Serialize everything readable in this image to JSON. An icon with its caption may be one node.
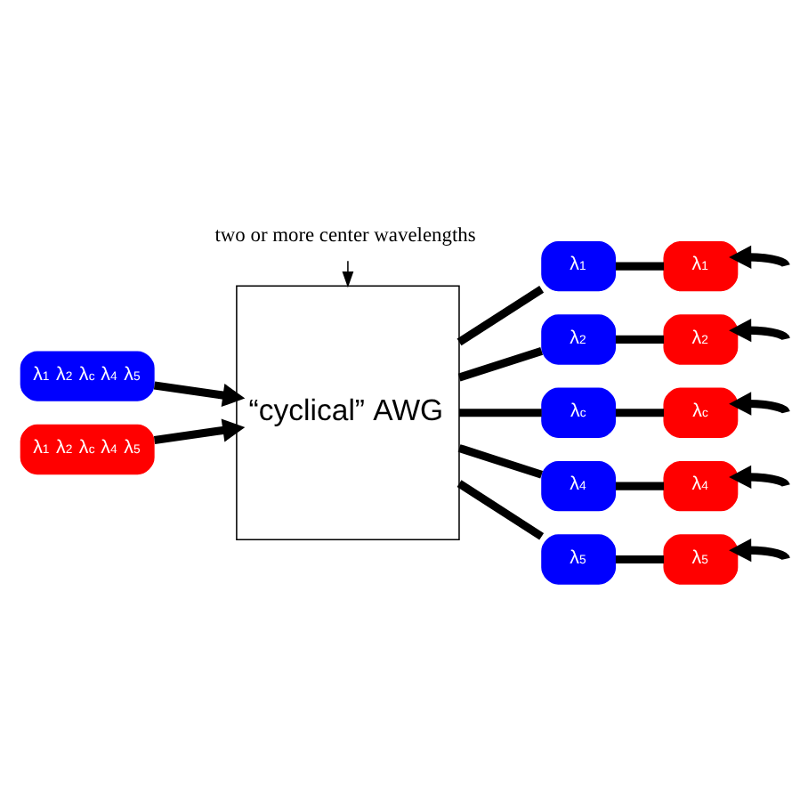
{
  "diagram": {
    "nodes": [
      {
        "text": [
          "λ$_{1}$ λ$_{2}$ λ$_{c}$ λ$_{4}$ λ$_{5}$"
        ]
      },
      {
        "text": [
          "λ$_{1}$ λ$_{2}$ λ$_{c}$ λ$_{4}$ λ$_{5}$"
        ]
      },
      {
        "text": [
          "“cyclical” AWG"
        ]
      },
      {
        "text": [
          "λ$_{1}$"
        ]
      },
      {
        "text": [
          "λ$_{2}$"
        ]
      },
      {
        "text": [
          "λ$_{c}$"
        ]
      },
      {
        "text": [
          "λ$_{4}$"
        ]
      },
      {
        "text": [
          "λ$_{5}$"
        ]
      },
      {
        "text": [
          "λ$_{1}$"
        ]
      },
      {
        "text": [
          "λ$_{2}$"
        ]
      },
      {
        "text": [
          "λ$_{c}$"
        ]
      },
      {
        "text": [
          "λ$_{4}$"
        ]
      },
      {
        "text": [
          "λ$_{5}$"
        ]
      },
      {
        "text": [
          "two or more center wavelengths"
        ]
      }
    ],
    "edges": [
      {
        "from": 0,
        "to": 2,
        "arrow": "to"
      },
      {
        "from": 1,
        "to": 2,
        "arrow": "to"
      },
      {
        "from": 2,
        "to": 3,
        "arrow": "none"
      },
      {
        "from": 2,
        "to": 4,
        "arrow": "none"
      },
      {
        "from": 2,
        "to": 5,
        "arrow": "none"
      },
      {
        "from": 2,
        "to": 6,
        "arrow": "none"
      },
      {
        "from": 2,
        "to": 7,
        "arrow": "none"
      },
      {
        "from": 3,
        "to": 8,
        "arrow": "none"
      },
      {
        "from": 4,
        "to": 9,
        "arrow": "none"
      },
      {
        "from": 5,
        "to": 10,
        "arrow": "none"
      },
      {
        "from": 6,
        "to": 11,
        "arrow": "none"
      },
      {
        "from": 7,
        "to": 12,
        "arrow": "none"
      },
      {
        "from": null,
        "to": 8,
        "arrow": "to"
      },
      {
        "from": null,
        "to": 9,
        "arrow": "to"
      },
      {
        "from": null,
        "to": 10,
        "arrow": "to"
      },
      {
        "from": null,
        "to": 11,
        "arrow": "to"
      },
      {
        "from": null,
        "to": 12,
        "arrow": "to"
      },
      {
        "from": 13,
        "to": 2,
        "arrow": "to"
      }
    ]
  }
}
